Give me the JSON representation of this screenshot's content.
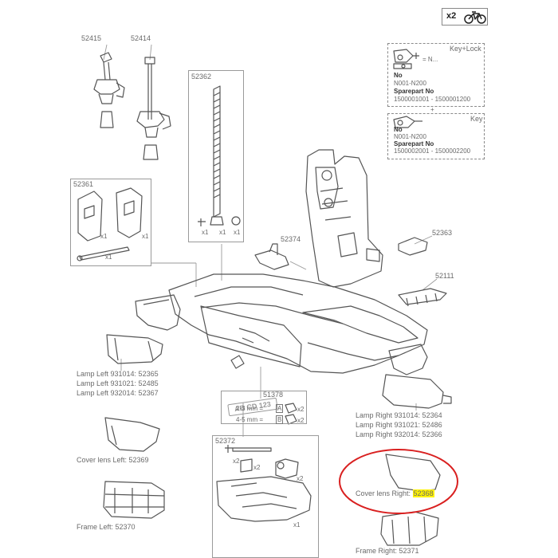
{
  "badge": {
    "multiplier": "x2"
  },
  "parts": {
    "p52415": "52415",
    "p52414": "52414",
    "p52362": "52362",
    "p52361": "52361",
    "p52374": "52374",
    "p52363": "52363",
    "p52111": "52111",
    "p51378": "51378",
    "p52372": "52372"
  },
  "keylock": {
    "title": "Key+Lock",
    "key_title": "Key",
    "suffix": "= N...",
    "no_label": "No",
    "no_value": "N001-N200",
    "spare_label": "Sparepart No",
    "spare_value_1": "1500001001 - 1500001200",
    "spare_value_2": "1500002001 - 1500002200",
    "plus": "+"
  },
  "qty": {
    "x1": "x1",
    "x2": "x2"
  },
  "plate": {
    "text": "AB CD 123",
    "row1": "2-3 mm =",
    "row2": "4-5 mm =",
    "a": "A",
    "b": "B"
  },
  "labels": {
    "lamp_left_1": "Lamp Left 931014: 52365",
    "lamp_left_2": "Lamp Left 931021: 52485",
    "lamp_left_3": "Lamp Left 932014: 52367",
    "lamp_right_1": "Lamp Right 931014: 52364",
    "lamp_right_2": "Lamp Right 931021: 52486",
    "lamp_right_3": "Lamp Right 932014: 52366",
    "cover_left": "Cover lens Left: 52369",
    "cover_right_text": "Cover lens Right:",
    "cover_right_num": "52368",
    "frame_left": "Frame Left: 52370",
    "frame_right": "Frame Right: 52371"
  },
  "colors": {
    "highlight": "#fff200",
    "circle": "#d92020",
    "line": "#9a9a9a"
  }
}
